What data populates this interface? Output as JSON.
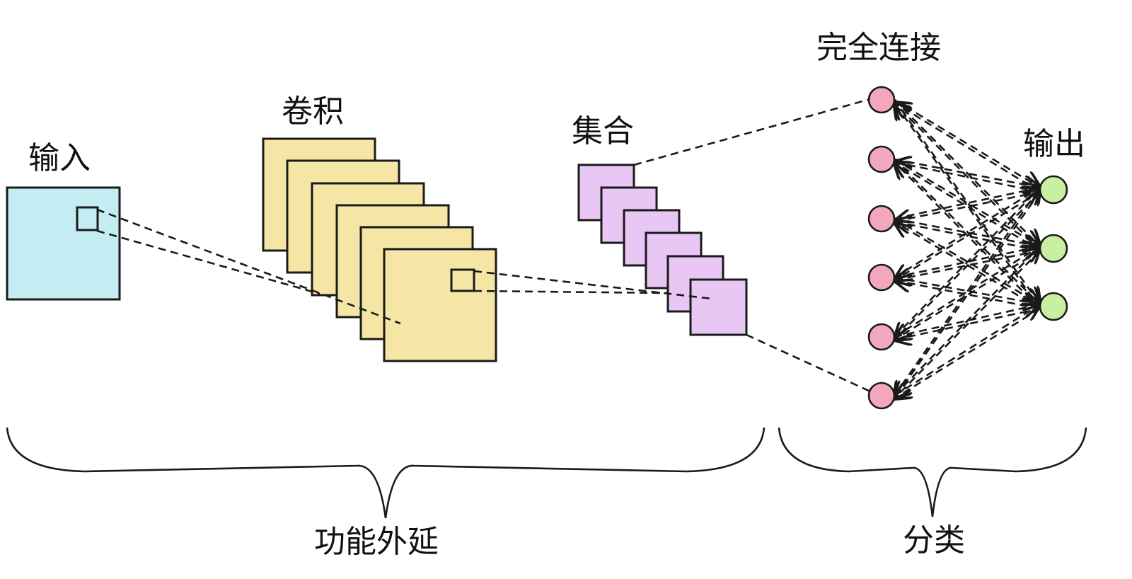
{
  "labels": {
    "input": "输入",
    "convolution": "卷积",
    "pooling": "集合",
    "fully_connected": "完全连接",
    "output": "输出",
    "feature_extension": "功能外延",
    "classification": "分类"
  },
  "colors": {
    "input_fill": "#c3ecf3",
    "conv_fill": "#f5e6a6",
    "pool_fill": "#e8c7f5",
    "hidden_node_fill": "#f2a7bd",
    "output_node_fill": "#c8f0a0",
    "stroke": "#1a1a1a"
  }
}
